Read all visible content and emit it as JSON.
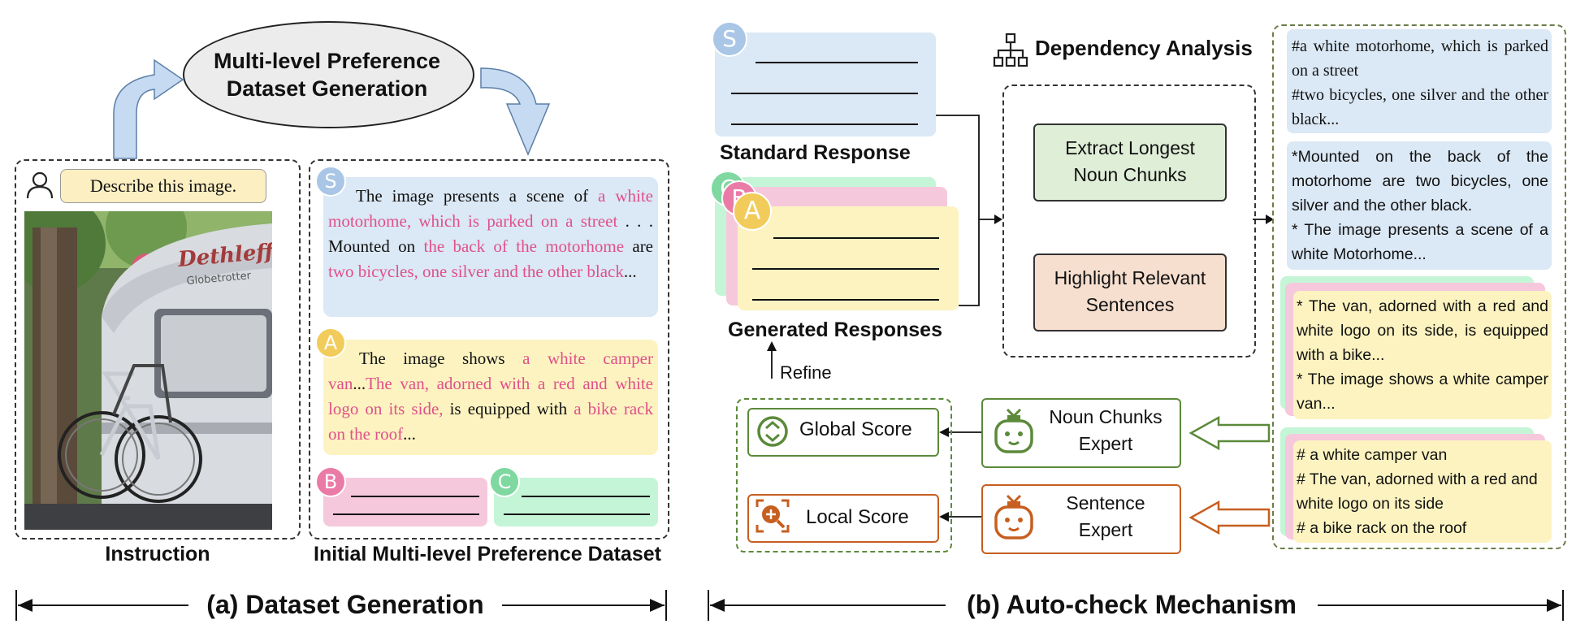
{
  "left": {
    "ellipse_label": "Multi-level Preference\nDataset Generation",
    "instruction_text": "Describe this image.",
    "instruction_caption": "Instruction",
    "dataset_caption": "Initial Multi-level Preference Dataset",
    "badges": {
      "s": "S",
      "a": "A",
      "b": "B",
      "c": "C"
    },
    "s_response": {
      "p1": "The image presents a scene of ",
      "h1": "a white motorhome, which is parked on a street",
      "p2": " . . . Mounted on ",
      "h2": "the back of the motorhome",
      "p3": " are ",
      "h3": "two bicycles, one silver and the other black",
      "p4": "..."
    },
    "a_response": {
      "p1": "The image shows ",
      "h1": "a white camper van",
      "p2": "...",
      "h2": "The van, adorned with a red and white logo on its side,",
      "p3": " is equipped with ",
      "h3": "a bike rack on the roof",
      "p4": "..."
    },
    "bottom_label": "(a) Dataset Generation",
    "photo_logo": "Dethleffs",
    "photo_logo_sub": "Globetrotter"
  },
  "right": {
    "standard_response": "Standard Response",
    "generated_responses": "Generated Responses",
    "dependency_analysis": "Dependency Analysis",
    "extract": "Extract Longest\nNoun Chunks",
    "highlight": "Highlight Relevant\nSentences",
    "refine": "Refine",
    "global_score": "Global Score",
    "local_score": "Local Score",
    "noun_expert": "Noun Chunks\nExpert",
    "sentence_expert": "Sentence\nExpert",
    "blue_text": "#a white motorhome, which is parked on a street\n#two bicycles, one silver and the other black...",
    "blue_text2": "*Mounted on the back of the motorhome are two bicycles, one silver and the other black.\n* The image presents a scene of a white Motorhome...",
    "yellow_text1": "* The van, adorned with a red and white logo on its side, is equipped with a bike...\n* The image shows a white camper van...",
    "yellow_text2": "# a white camper van\n# The van, adorned with a red and white logo on its side\n# a bike rack on the roof",
    "bottom_label": "(b) Auto-check Mechanism"
  },
  "colors": {
    "blue": "#dbe8f5",
    "yellow": "#fcf3c0",
    "pink": "#f6c8dc",
    "green": "#c4f5d6",
    "highlight": "#e0508a",
    "expert_green": "#5b8a3a",
    "expert_orange": "#c65f1f"
  }
}
